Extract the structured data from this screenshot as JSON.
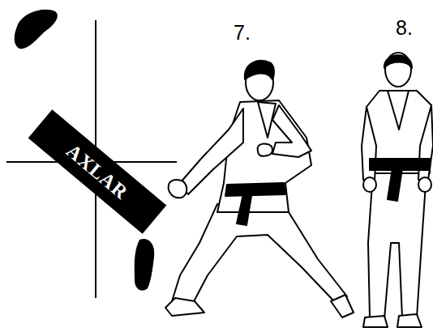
{
  "diagram": {
    "nodes": [
      {
        "text": [
          "AXLAR"
        ]
      }
    ],
    "labels": [
      "7.",
      "8."
    ]
  }
}
